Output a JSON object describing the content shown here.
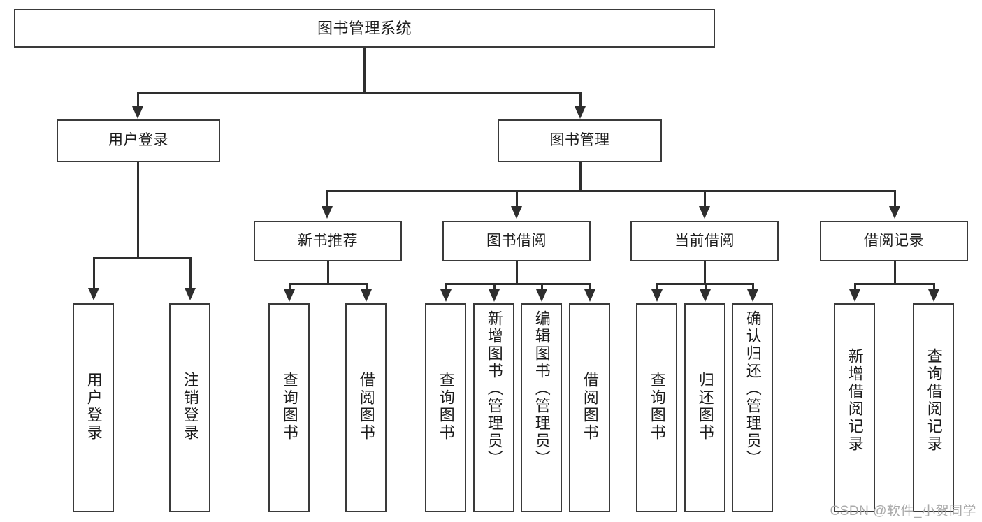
{
  "diagram": {
    "type": "tree-hierarchy",
    "title": "图书管理系统",
    "root": {
      "label": "图书管理系统"
    },
    "tier2": [
      {
        "label": "用户登录"
      },
      {
        "label": "图书管理"
      }
    ],
    "tier3": [
      {
        "label": "新书推荐"
      },
      {
        "label": "图书借阅"
      },
      {
        "label": "当前借阅"
      },
      {
        "label": "借阅记录"
      }
    ],
    "leaves": [
      {
        "label": "用户登录",
        "parent": "用户登录"
      },
      {
        "label": "注销登录",
        "parent": "用户登录"
      },
      {
        "label": "查询图书",
        "parent": "新书推荐"
      },
      {
        "label": "借阅图书",
        "parent": "新书推荐"
      },
      {
        "label": "查询图书",
        "parent": "图书借阅"
      },
      {
        "label": "新增图书（管理员）",
        "parent": "图书借阅"
      },
      {
        "label": "编辑图书（管理员）",
        "parent": "图书借阅"
      },
      {
        "label": "借阅图书",
        "parent": "图书借阅"
      },
      {
        "label": "查询图书",
        "parent": "当前借阅"
      },
      {
        "label": "归还图书",
        "parent": "当前借阅"
      },
      {
        "label": "确认归还（管理员）",
        "parent": "当前借阅"
      },
      {
        "label": "新增借阅记录",
        "parent": "借阅记录"
      },
      {
        "label": "查询借阅记录",
        "parent": "借阅记录"
      }
    ]
  },
  "watermark": {
    "text": "CSDN @软件_小贺同学"
  },
  "colors": {
    "box_border": "#3a3a3a",
    "connector": "#2e2e2e",
    "background": "#ffffff",
    "text": "#1b1b1b",
    "watermark": "#a9a9a9"
  }
}
